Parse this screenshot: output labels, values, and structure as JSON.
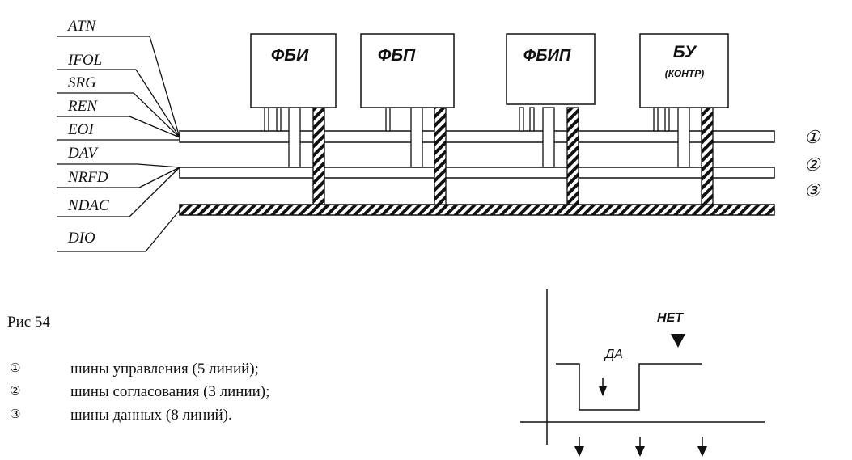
{
  "signals": [
    "ATN",
    "IFOL",
    "SRG",
    "REN",
    "EOI",
    "DAV",
    "NRFD",
    "NDAC",
    "DIO"
  ],
  "blocks": [
    {
      "label": "ФБИ",
      "sublabel": ""
    },
    {
      "label": "ФБП",
      "sublabel": ""
    },
    {
      "label": "ФБИП",
      "sublabel": ""
    },
    {
      "label": "БУ",
      "sublabel": "(КОНТР)"
    }
  ],
  "bus_numbers": [
    "①",
    "②",
    "③"
  ],
  "caption": "Рис 54",
  "legend": [
    {
      "mark": "①",
      "text": "шины управления (5 линий);"
    },
    {
      "mark": "②",
      "text": "шины согласования (3 линии);"
    },
    {
      "mark": "③",
      "text": "шины данных (8 линий)."
    }
  ],
  "timing": {
    "yes_label": "ДА",
    "no_label": "НЕТ"
  }
}
